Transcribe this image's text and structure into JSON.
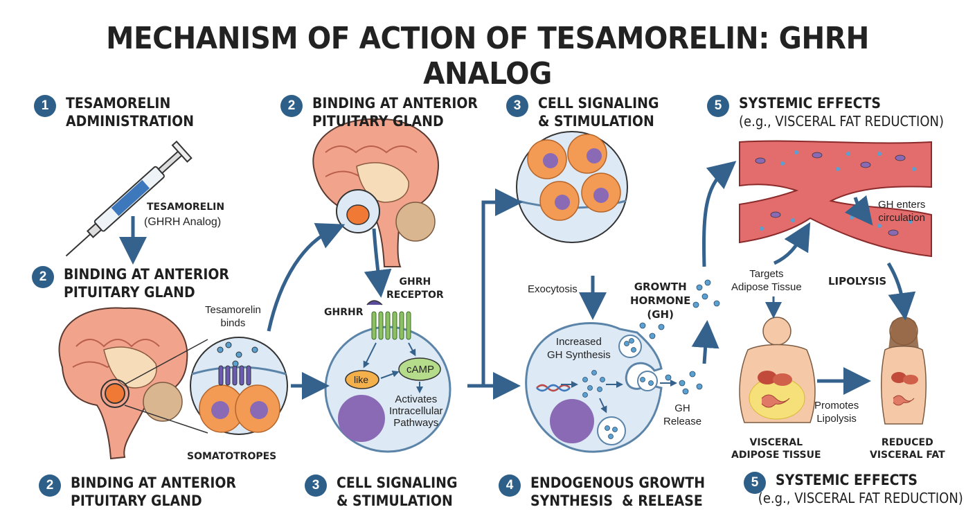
{
  "title": "MECHANISM OF ACTION OF TESAMORELIN: GHRH ANALOG",
  "steps": {
    "s1": {
      "num": "1",
      "text": "TESAMORELIN\nADMINISTRATION"
    },
    "s2_top": {
      "num": "2",
      "text": "BINDING AT ANTERIOR\nPITUITARY GLAND"
    },
    "s3_top": {
      "num": "3",
      "text": "CELL SIGNALING\n& STIMULATION"
    },
    "s5_top": {
      "num": "5",
      "text": "SYSTEMIC EFFECTS",
      "sub": "(e.g., VISCERAL FAT REDUCTION)"
    },
    "s2_mid": {
      "num": "2",
      "text": "BINDING AT ANTERIOR\nPITUITARY GLAND"
    },
    "s2_bot": {
      "num": "2",
      "text": "BINDING AT ANTERIOR\nPITUITARY GLAND"
    },
    "s3_bot": {
      "num": "3",
      "text": "CELL SIGNALING\n& STIMULATION"
    },
    "s4_bot": {
      "num": "4",
      "text": "ENDOGENOUS GROWTH\nSYNTHESIS  & RELEASE"
    },
    "s5_bot": {
      "num": "5",
      "text": "SYSTEMIC EFFECTS",
      "sub": "(e.g., VISCERAL FAT REDUCTION)"
    }
  },
  "labels": {
    "tesamorelin": "TESAMORELIN",
    "ghrh_analog": "(GHRH Analog)",
    "tesamorelin_binds": "Tesamorelin\nbinds",
    "somatotropes": "SOMATOTROPES",
    "ghrh_receptor": "GHRH\nRECEPTOR",
    "ghrhr": "GHRHR",
    "like": "like",
    "camp": "cAMP",
    "activates": "Activates\nIntracellular\nPathways",
    "exocytosis": "Exocytosis",
    "growth_hormone": "GROWTH\nHORMONE\n(GH)",
    "increased_gh": "Increased\nGH Synthesis",
    "gh_release": "GH\nRelease",
    "gh_enters": "GH enters\ncirculation",
    "targets_adipose": "Targets\nAdipose Tissue",
    "lipolysis": "LIPOLYSIS",
    "promotes_lipolysis": "Promotes\nLipolysis",
    "visceral_adipose": "VISCERAL\nADIPOSE TISSUE",
    "reduced_visceral": "REDUCED\nVISCERAL FAT"
  },
  "colors": {
    "step_badge": "#2e5f89",
    "arrow": "#34628c",
    "cell_fill": "#dde9f5",
    "cell_stroke": "#5b84a8",
    "somatotrope": "#f39a55",
    "nucleus": "#8a6ab5",
    "brain": "#f2a38c",
    "receptor": "#8cc063",
    "vessel": "#e36c6c",
    "skin": "#f5c8a8"
  }
}
